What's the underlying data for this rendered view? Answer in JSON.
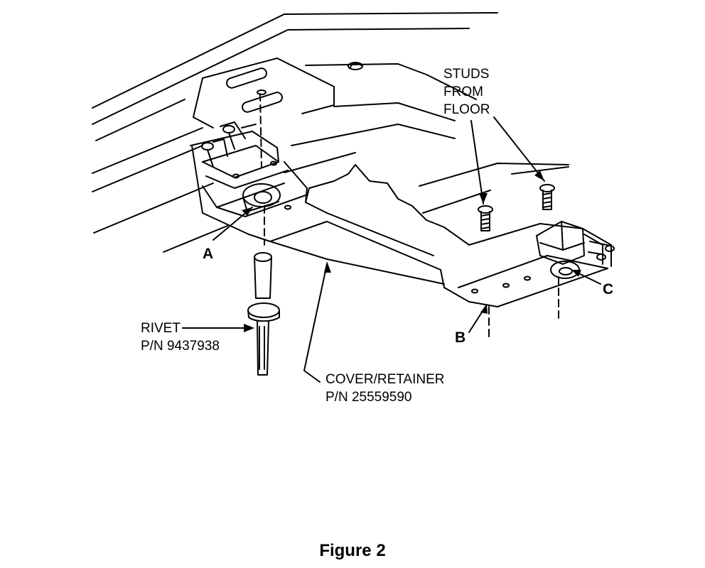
{
  "figure": {
    "caption": "Figure 2",
    "labels": {
      "studs": [
        "STUDS",
        "FROM",
        "FLOOR"
      ],
      "rivet": [
        "RIVET",
        "P/N 9437938"
      ],
      "cover": [
        "COVER/RETAINER",
        "P/N 25559590"
      ],
      "point_a": "A",
      "point_b": "B",
      "point_c": "C"
    }
  }
}
